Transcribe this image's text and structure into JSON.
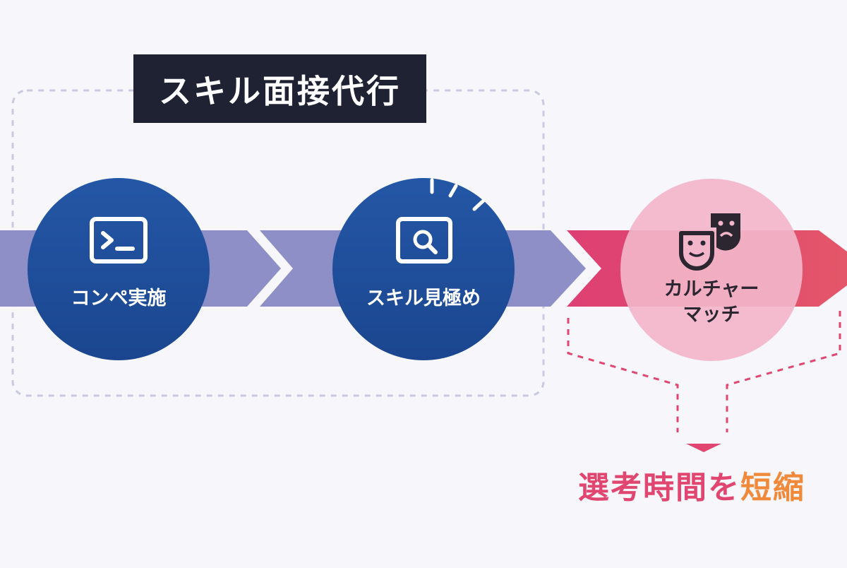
{
  "group_label": "スキル面接代行",
  "steps": [
    {
      "label": "コンペ実施",
      "icon": "terminal-icon"
    },
    {
      "label": "スキル見極め",
      "icon": "magnifier-screen-icon"
    },
    {
      "label_line1": "カルチャー",
      "label_line2": "マッチ",
      "icon": "theater-masks-icon"
    }
  ],
  "result": {
    "prefix": "選考時間を",
    "suffix": "短縮"
  },
  "colors": {
    "badge_bg": "#1e2233",
    "circle_blue": "#1f4c9b",
    "arrow_lavender": "#8e8fc6",
    "arrow_pink": "#e0466f",
    "circle_pink": "#f2b5c9",
    "dashed_group": "#c9c9e0",
    "result_pink": "#e0466f",
    "result_orange": "#f08a3a"
  }
}
